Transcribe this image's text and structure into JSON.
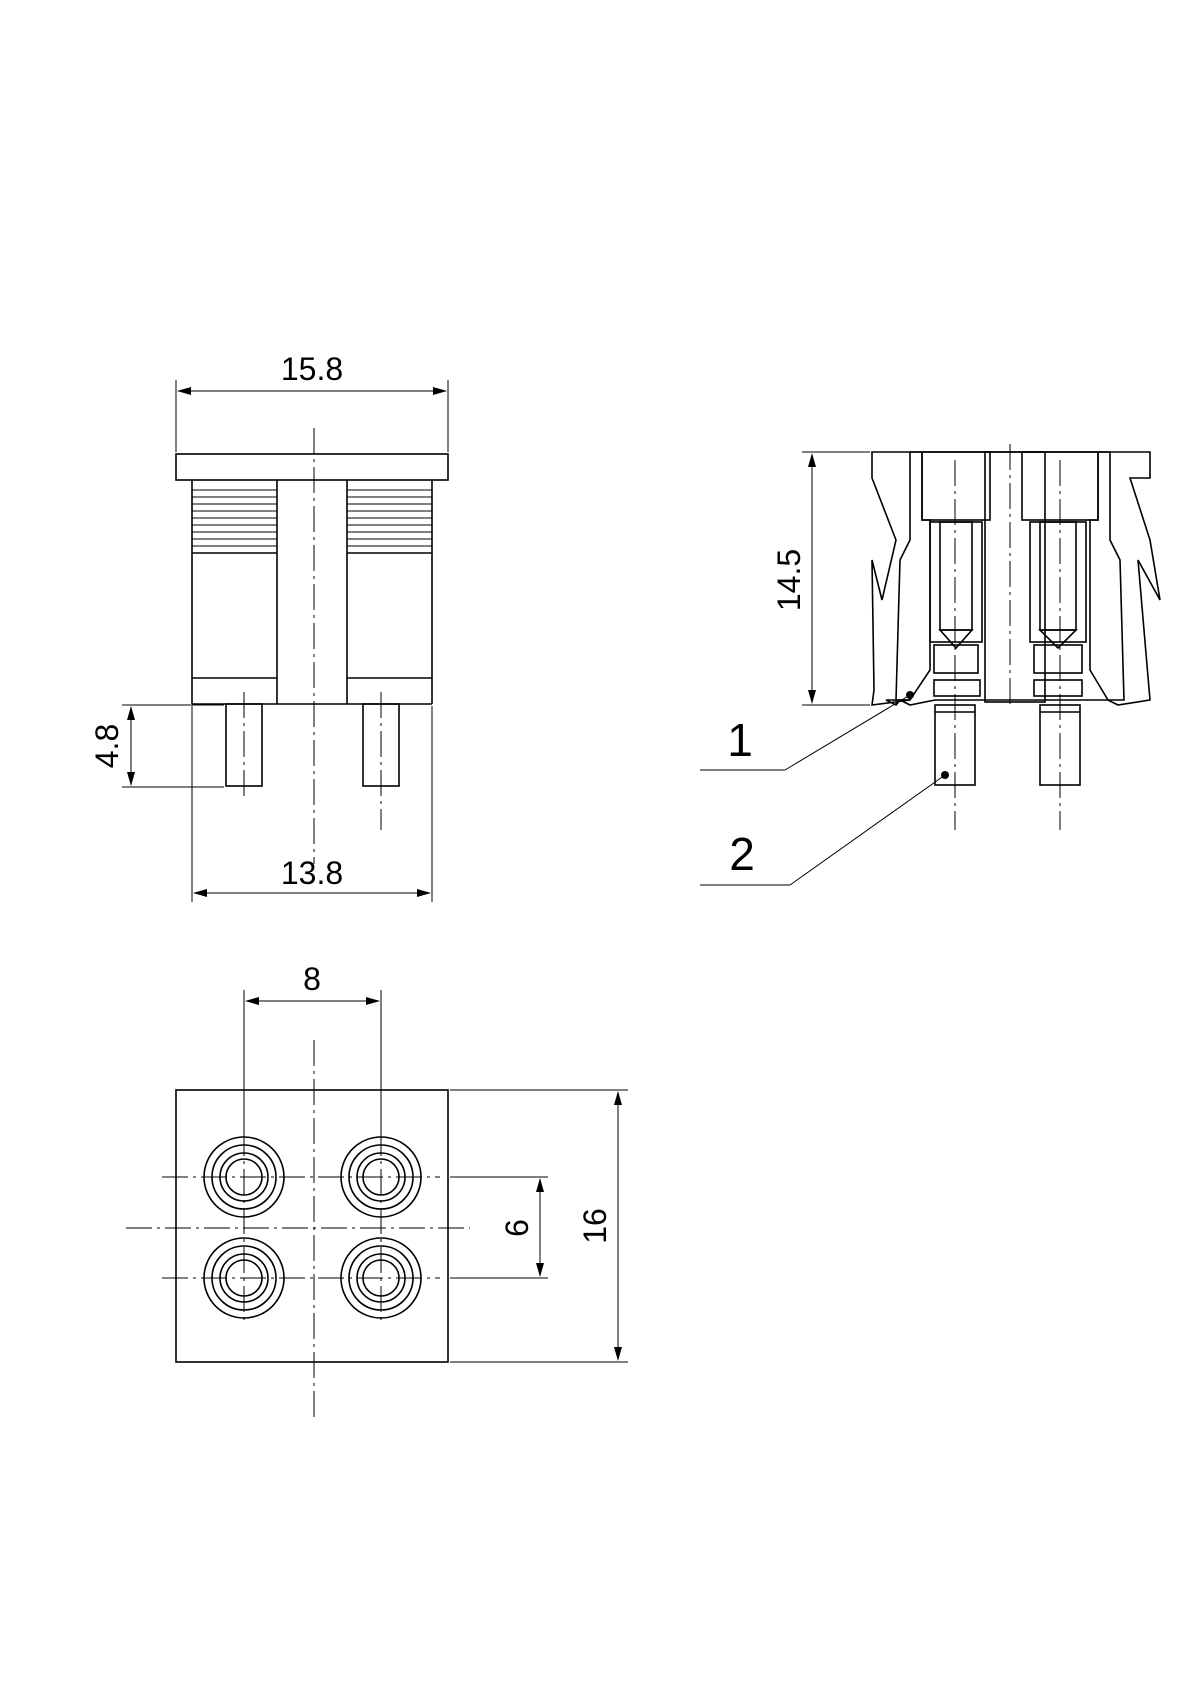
{
  "dimensions": {
    "front_width": "15.8",
    "pin_length": "4.8",
    "pin_span": "13.8",
    "section_height": "14.5",
    "hole_pitch_x": "8",
    "hole_pitch_y": "6",
    "base_size": "16"
  },
  "callouts": {
    "part_1": "1",
    "part_2": "2"
  }
}
